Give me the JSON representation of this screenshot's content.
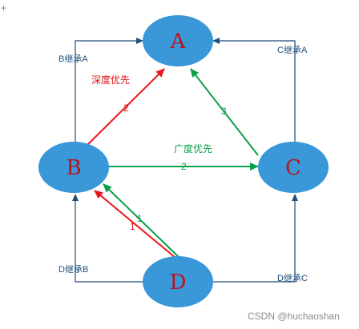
{
  "nodes": {
    "a": "A",
    "b": "B",
    "c": "C",
    "d": "D"
  },
  "inheritance_labels": {
    "b_inherits_a": "B继承A",
    "c_inherits_a": "C继承A",
    "d_inherits_b": "D继承B",
    "d_inherits_c": "D继承C"
  },
  "annotations": {
    "depth_first": "深度优先",
    "breadth_first": "广度优先"
  },
  "traversal_numbers": {
    "red_d_to_b": "1",
    "red_b_to_a": "2",
    "green_d_to_b": "1",
    "green_b_to_c": "2",
    "green_c_to_a": "3"
  },
  "corner_mark": "+",
  "watermark": "CSDN @huchaoshan",
  "colors": {
    "node_fill": "#3a97d8",
    "node_text": "#b8141c",
    "inheritance_line": "#1f4e79",
    "depth_first": "#e81818",
    "breadth_first": "#0aa04a"
  }
}
